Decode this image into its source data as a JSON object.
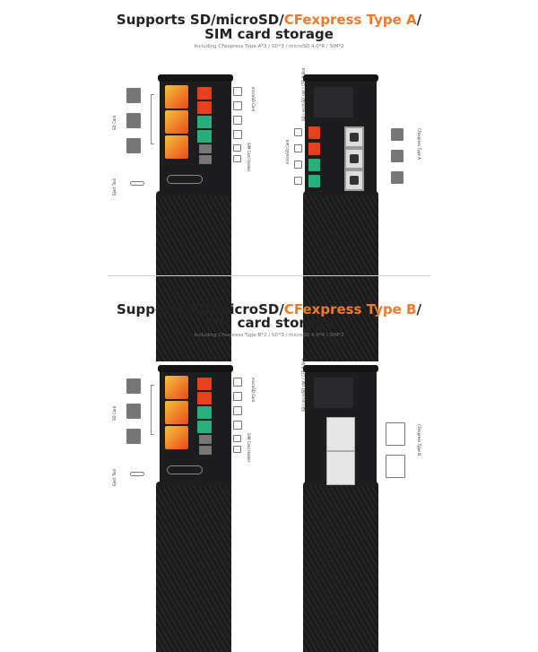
{
  "sections": [
    {
      "title_pre": "Supports SD/microSD/",
      "title_hl": "CFexpress Type A",
      "title_post": "/",
      "title_line2": "SIM card storage",
      "subtitle": "Including CFexpress Type A*3 / SD*3 / microSD 4.0*8 / SIM*2",
      "labels": {
        "sd": "SD Card",
        "microsd_left": "microSD Card",
        "sim": "SIM Card Holder",
        "eject": "Eject Tool",
        "slot": "SD / microSD slot / CFE-B Slot",
        "microsd_right": "microSD Card",
        "cf": "CFexpress Type A"
      }
    },
    {
      "title_pre": "Supports SD/microSD/",
      "title_hl": "CFexpress Type B",
      "title_post": "/",
      "title_line2": "SIM card storage",
      "subtitle": "Including CFexpress Type B*2 / SD*3 / microSD 4.0*4 / SIM*2",
      "labels": {
        "sd": "SD Card",
        "microsd_left": "microSD Card",
        "sim": "SIM Card Holder",
        "eject": "Eject Tool",
        "slot": "SD / microSD slot / CFE-B Slot",
        "cf": "CFexpress Type B"
      }
    }
  ],
  "colors": {
    "accent": "#f07a2a",
    "device": "#1d1d1f"
  }
}
